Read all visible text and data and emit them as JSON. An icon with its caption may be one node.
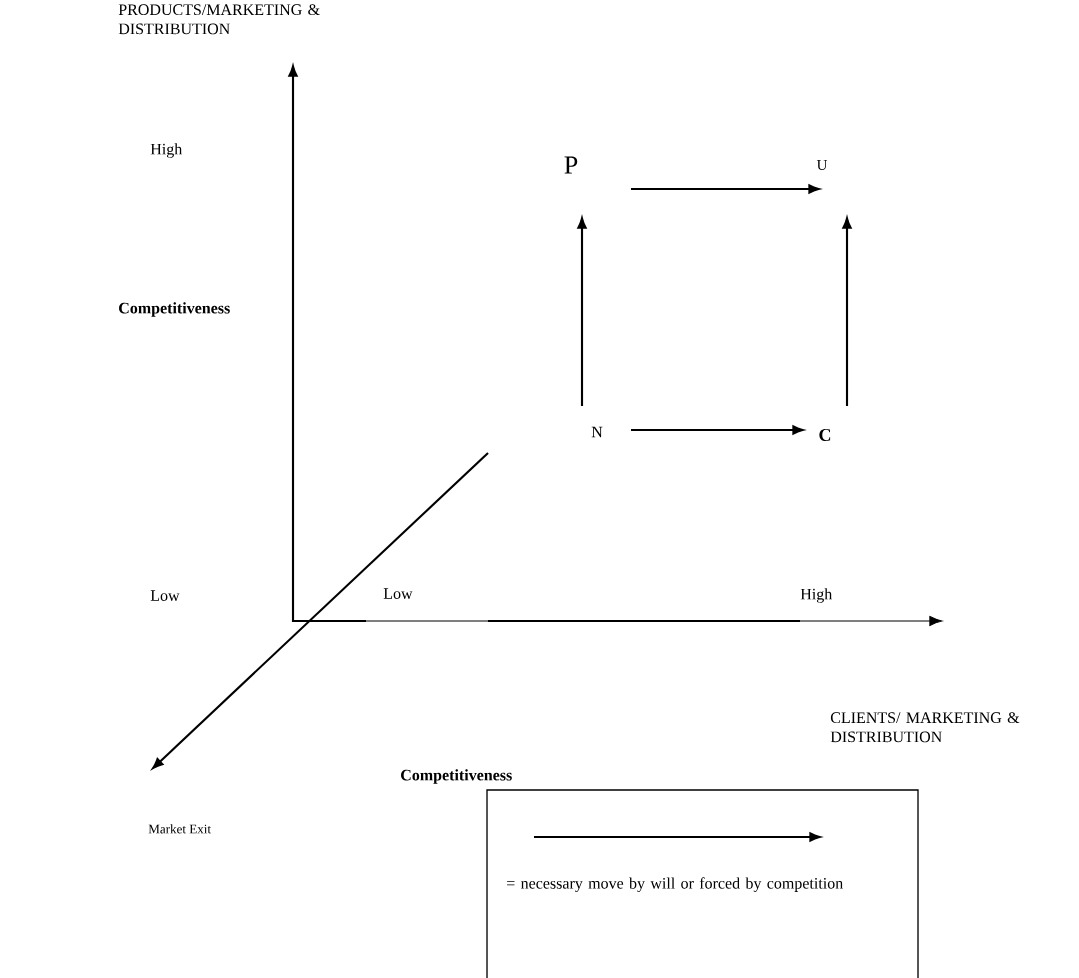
{
  "diagram": {
    "nodes": [
      {
        "text": [
          "P"
        ]
      },
      {
        "text": [
          "U"
        ]
      },
      {
        "text": [
          "N"
        ]
      },
      {
        "text": [
          "C"
        ]
      }
    ],
    "edges": [
      {
        "from": 0,
        "to": 1,
        "arrow": "to"
      },
      {
        "from": 2,
        "to": 0,
        "arrow": "to"
      },
      {
        "from": 3,
        "to": 1,
        "arrow": "to"
      },
      {
        "from": 2,
        "to": 3,
        "arrow": "to"
      }
    ],
    "labels": [
      "PRODUCTS/MARKETING & DISTRIBUTION",
      "High",
      "Competitiveness",
      "Low",
      "Low",
      "High",
      "CLIENTS/ MARKETING & DISTRIBUTION",
      "Competitiveness",
      "Market Exit"
    ],
    "legend": [
      {
        "text": "= necessary move by will or forced by competition"
      }
    ]
  }
}
